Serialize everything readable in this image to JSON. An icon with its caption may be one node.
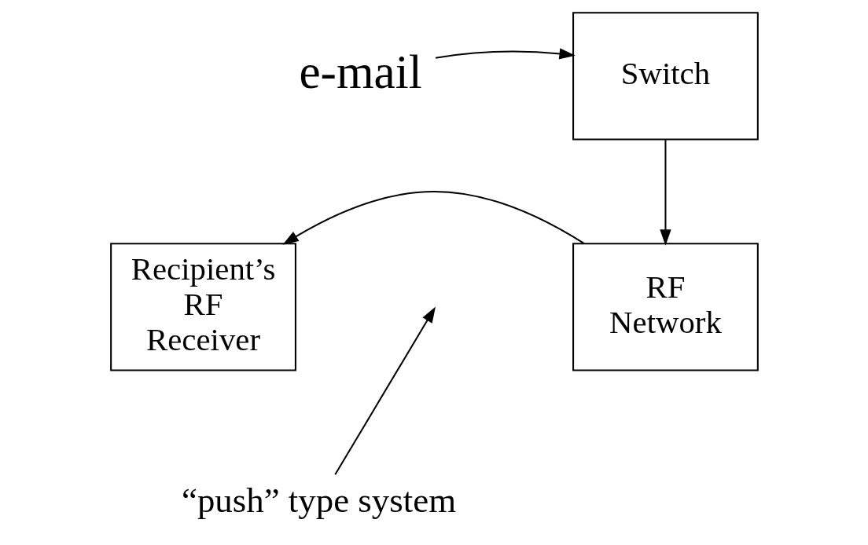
{
  "diagram": {
    "nodes": [
      {
        "text": [
          "e-mail"
        ]
      },
      {
        "text": [
          "Switch"
        ]
      },
      {
        "text": [
          "RF Network"
        ]
      },
      {
        "text": [
          "Recipient’s RF Receiver"
        ]
      },
      {
        "text": [
          "“push” type system"
        ]
      }
    ],
    "edges": [
      {
        "from": 0,
        "to": 1,
        "arrow": "to"
      },
      {
        "from": 1,
        "to": 2,
        "arrow": "to"
      },
      {
        "from": 2,
        "to": 3,
        "arrow": "to"
      },
      {
        "from": 4,
        "to": null,
        "arrow": "to"
      }
    ]
  }
}
